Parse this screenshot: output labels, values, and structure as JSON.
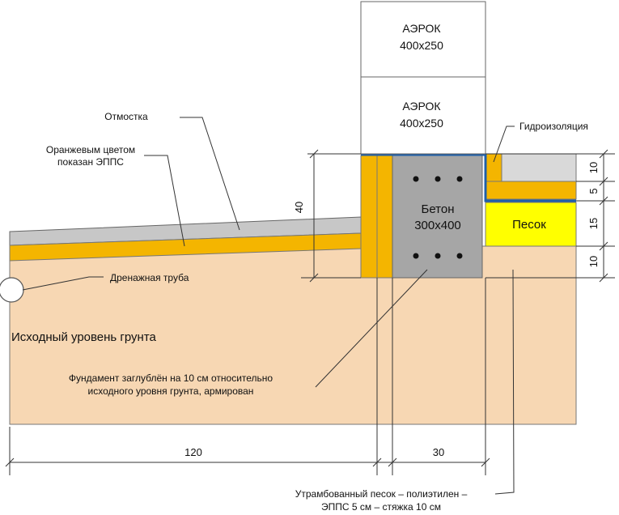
{
  "blocks": {
    "upper": {
      "name": "АЭРОК",
      "size": "400x250"
    },
    "lower": {
      "name": "АЭРОК",
      "size": "400x250"
    }
  },
  "beam": {
    "name": "Бетон",
    "size": "300x400"
  },
  "sand_label": "Песок",
  "labels": {
    "otmostka": "Отмостка",
    "epps_line1": "Оранжевым цветом",
    "epps_line2": "показан ЭППС",
    "drain": "Дренажная труба",
    "ground": "Исходный уровень грунта",
    "foundation_line1": "Фундамент заглублён на 10 см относительно",
    "foundation_line2": "исходного уровня грунта, армирован",
    "waterproof": "Гидроизоляция",
    "layers_line1": "Утрамбованный песок – полиэтилен –",
    "layers_line2": "ЭППС 5 см – стяжка 10 см"
  },
  "dimensions": {
    "depth": "40",
    "width_left": "120",
    "width_right": "30",
    "layer_top": "10",
    "layer_mid": "5",
    "layer_sand": "15",
    "layer_bottom": "10"
  },
  "colors": {
    "ground": "#f7d7b3",
    "epps": "#f4b500",
    "otmostka": "#c7c7c7",
    "concrete": "#a6a6a6",
    "sand": "#ffff00",
    "screed": "#d9d9d9",
    "waterproof": "#1f5fa8"
  }
}
